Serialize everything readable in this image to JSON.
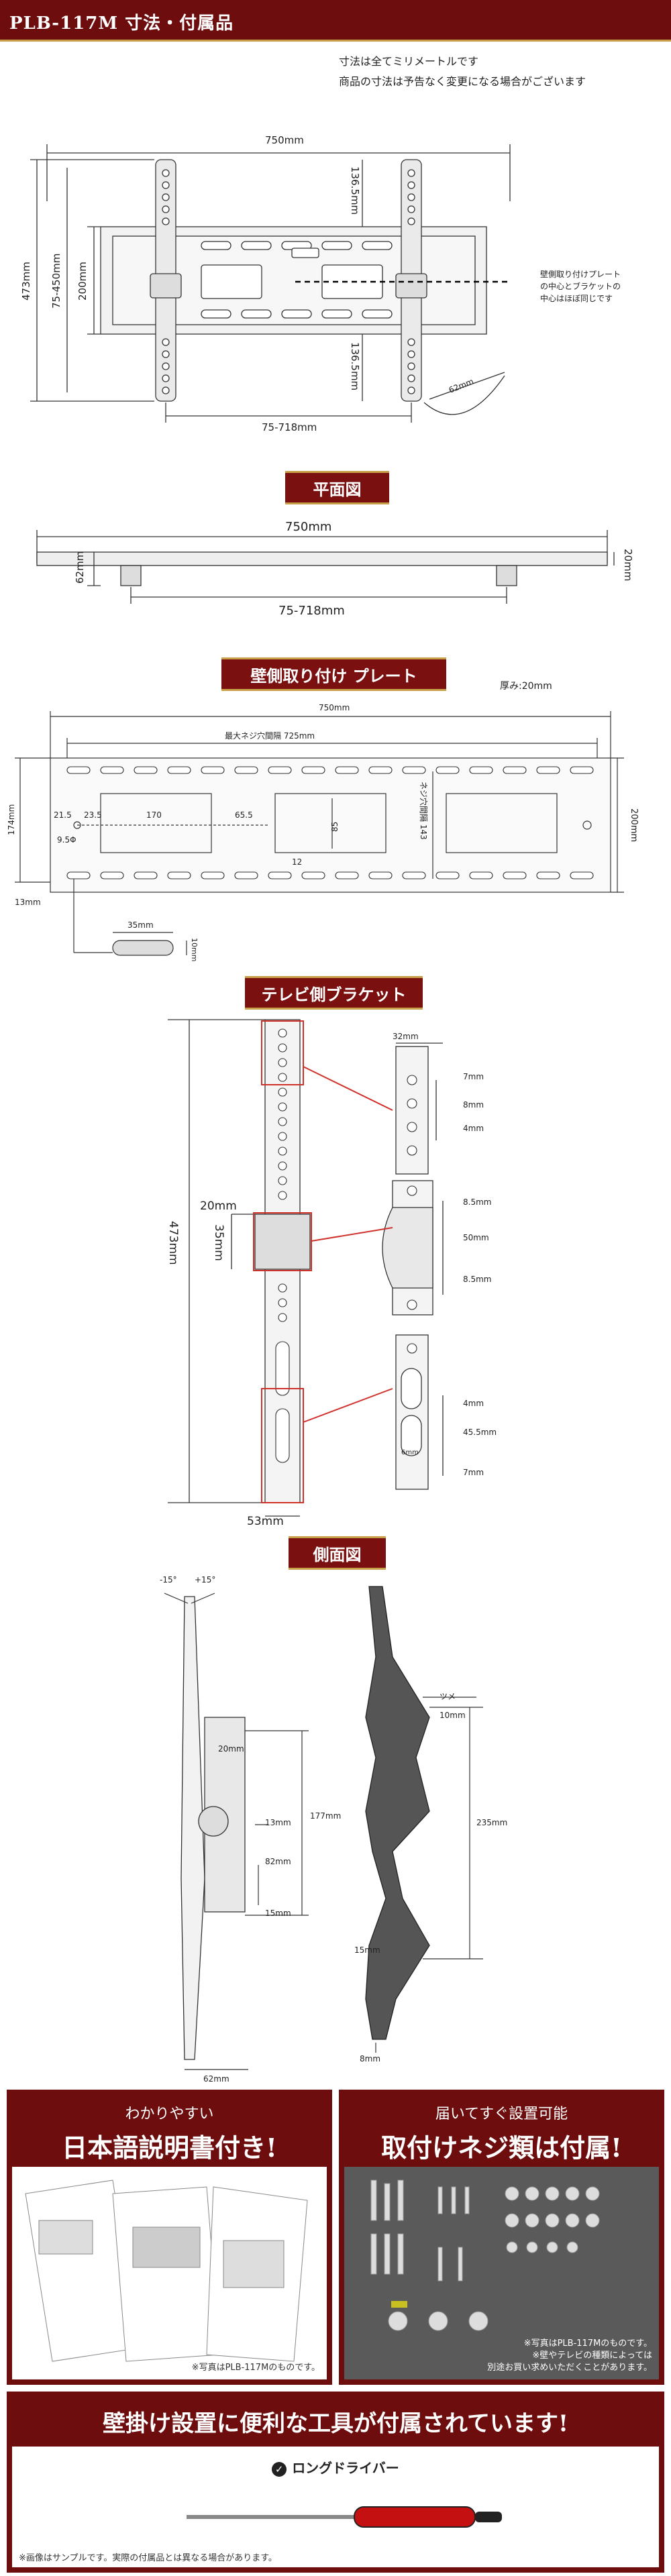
{
  "header": {
    "title": "PLB-117M 寸法・付属品"
  },
  "notes": [
    "寸法は全てミリメートルです",
    "商品の寸法は予告なく変更になる場合がございます"
  ],
  "front_view": {
    "width": "750mm",
    "height_total": "473mm",
    "range_v": "75-450mm",
    "height_plate": "200mm",
    "top_ext": "136.5mm",
    "bottom_ext": "136.5mm",
    "range_h": "75-718mm",
    "depth": "62mm",
    "callout": [
      "壁側取り付けプレート",
      "の中心とブラケットの",
      "中心はほぼ同じです"
    ]
  },
  "plan_view": {
    "title": "平面図",
    "width": "750mm",
    "range_h": "75-718mm",
    "depth": "62mm",
    "thickness": "20mm"
  },
  "wall_plate": {
    "title": "壁側取り付け プレート",
    "thickness": "厚み:20mm",
    "width": "750mm",
    "max_pitch": "最大ネジ穴間隔 725mm",
    "height": "200mm",
    "left_h": "174mm",
    "bottom_off": "13mm",
    "d1": "21.5",
    "d2": "23.5",
    "d3": "170",
    "d4": "65.5",
    "d5": "85",
    "hole_dia": "9.5Φ",
    "d6": "12",
    "pitch_v": "ネジ穴間隔 143",
    "slot_w": "35mm",
    "slot_h": "10mm"
  },
  "tv_bracket": {
    "title": "テレビ側ブラケット",
    "height": "473mm",
    "side_w": "20mm",
    "side_h": "35mm",
    "bottom_w": "53mm",
    "d_top": "32mm",
    "d_7": "7mm",
    "d_8": "8mm",
    "d_4": "4mm",
    "d_85a": "8.5mm",
    "d_50": "50mm",
    "d_85b": "8.5mm",
    "d_4b": "4mm",
    "d_455": "45.5mm",
    "d_7b": "7mm",
    "d_6": "6mm"
  },
  "side_view": {
    "title": "側面図",
    "tilt_minus": "-15°",
    "tilt_plus": "+15°",
    "d_20": "20mm",
    "d_177": "177mm",
    "d_13": "13mm",
    "d_82": "82mm",
    "d_15": "15mm",
    "d_62": "62mm",
    "claw": "ツメ",
    "d_10": "10mm",
    "d_235": "235mm",
    "d_15b": "15mm",
    "d_8": "8mm"
  },
  "promo": {
    "left_sub": "わかりやすい",
    "left_main": "日本語説明書付き!",
    "left_note": "※写真はPLB-117Mのものです。",
    "right_sub": "届いてすぐ設置可能",
    "right_main": "取付けネジ類は付属!",
    "right_note": [
      "※写真はPLB-117Mのものです。",
      "※壁やテレビの種類によっては",
      "別途お買い求めいただくことがあります。"
    ],
    "banner": "壁掛け設置に便利な工具が付属されています!",
    "tool": "ロングドライバー",
    "footer": "※画像はサンプルです。実際の付属品とは異なる場合があります。"
  },
  "colors": {
    "brand": "#6e0d0d",
    "gold": "#c8a04a",
    "callout_red": "#d0302a"
  }
}
